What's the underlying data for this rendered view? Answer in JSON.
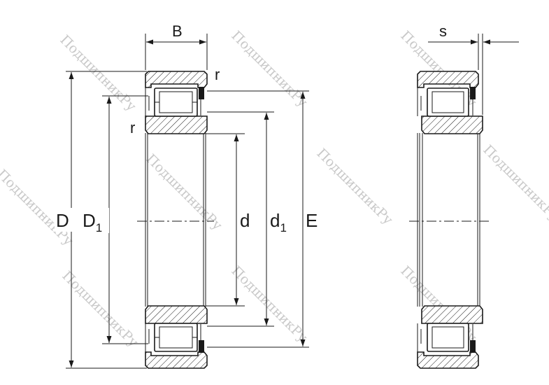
{
  "labels": {
    "B": "B",
    "r_top": "r",
    "r_left": "r",
    "D": "D",
    "D1_main": "D",
    "D1_sub": "1",
    "d": "d",
    "d1_main": "d",
    "d1_sub": "1",
    "E": "E",
    "s": "s"
  },
  "watermark": "ПодшипникРу",
  "colors": {
    "line": "#1a1a1a",
    "watermark": "#c9c9c9",
    "background": "#ffffff"
  }
}
